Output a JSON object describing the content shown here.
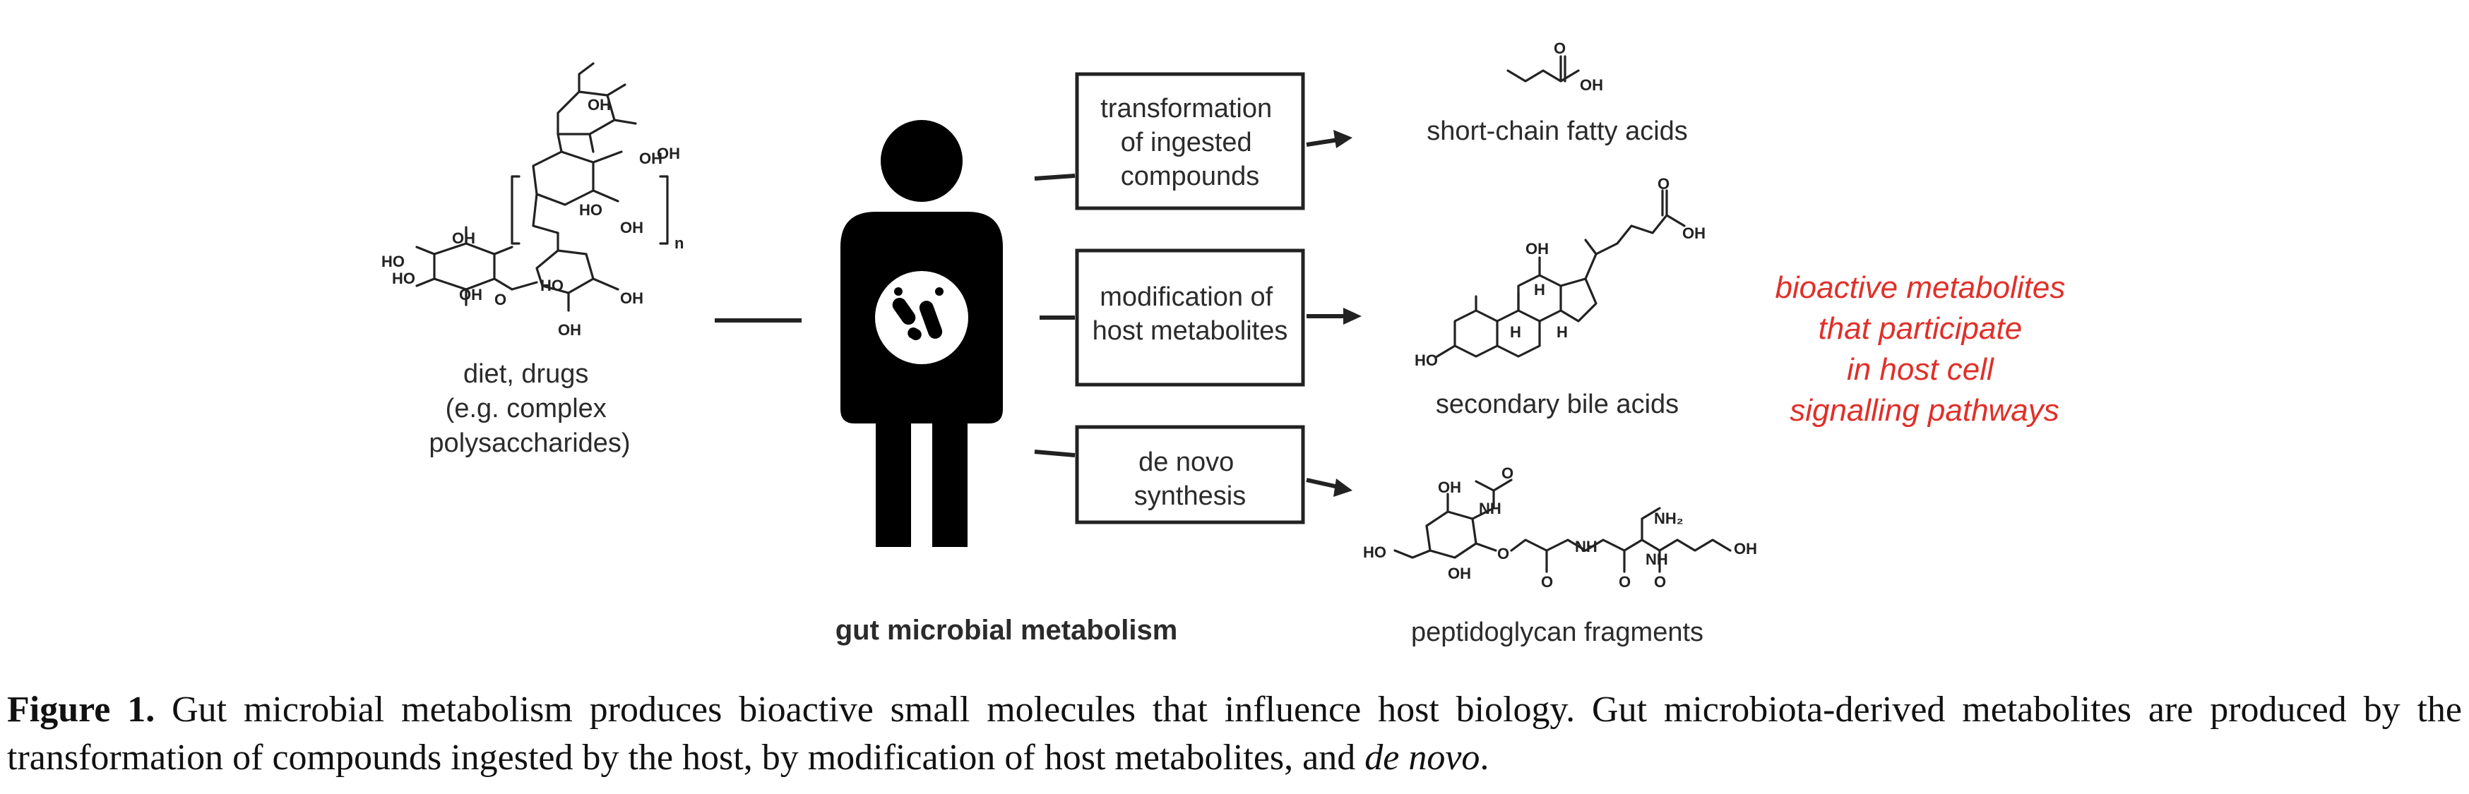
{
  "figure": {
    "input": {
      "lines": [
        "diet, drugs",
        "(e.g. complex",
        "polysaccharides)"
      ]
    },
    "central_label": "gut microbial metabolism",
    "processes": [
      {
        "lines": [
          "transformation",
          "of ingested",
          "compounds"
        ]
      },
      {
        "lines": [
          "modification of",
          "host metabolites"
        ]
      },
      {
        "lines": [
          "de novo",
          "synthesis"
        ]
      }
    ],
    "products": [
      {
        "label": "short-chain fatty acids"
      },
      {
        "label": "secondary bile acids"
      },
      {
        "label": "peptidoglycan fragments"
      }
    ],
    "outcome": {
      "lines": [
        "bioactive metabolites",
        "that participate",
        "in host cell",
        "signalling pathways"
      ],
      "color": "#e0302a"
    },
    "chem_labels": {
      "oh": "OH",
      "ho": "HO",
      "h": "H",
      "nh": "NH",
      "nh2": "NH₂",
      "o": "O",
      "n_sub": "n"
    }
  },
  "caption": {
    "label": "Figure 1.",
    "text_1": " Gut microbial metabolism produces bioactive small molecules that influence host biology. Gut microbiota-derived metabolites are produced by the transformation of compounds ingested by the host, by modification of host metabolites, and ",
    "italic": "de novo",
    "text_2": "."
  }
}
